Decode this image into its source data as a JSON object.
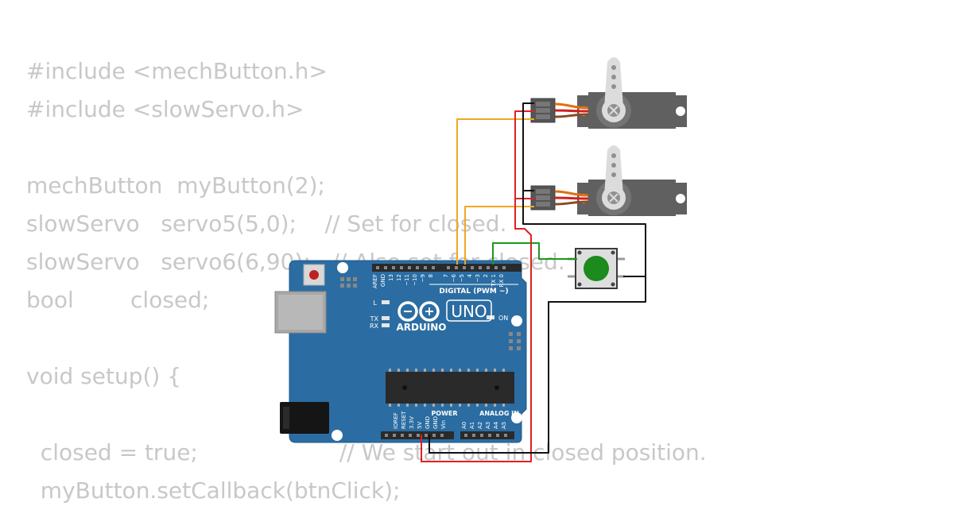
{
  "code_lines": [
    "#include <mechButton.h>",
    "#include <slowServo.h>",
    "",
    "mechButton  myButton(2);",
    "slowServo   servo5(5,0);    // Set for closed.",
    "slowServo   servo6(6,90);   // Also set for closed.",
    "bool        closed;",
    "",
    "void setup() {",
    "",
    "  closed = true;                    // We start out in closed position.",
    "  myButton.setCallback(btnClick);"
  ],
  "board": {
    "brand": "ARDUINO",
    "model": "UNO",
    "digital_label": "DIGITAL (PWM ~)",
    "power_label": "POWER",
    "analog_label": "ANALOG IN",
    "led_l": "L",
    "led_tx": "TX",
    "led_rx": "RX",
    "led_on": "ON",
    "digital_pins": [
      "AREF",
      "GND",
      "13",
      "12",
      "~11",
      "~10",
      "~9",
      "8",
      "7",
      "~6",
      "~5",
      "4",
      "~3",
      "2",
      "TX 1",
      "RX 0"
    ],
    "power_pins": [
      "IOREF",
      "RESET",
      "3.3V",
      "5V",
      "GND",
      "GND",
      "Vin"
    ],
    "analog_pins": [
      "A0",
      "A1",
      "A2",
      "A3",
      "A4",
      "A5"
    ]
  },
  "colors": {
    "board": "#2b6da2",
    "wire_signal": "#f0a820",
    "wire_power": "#e02020",
    "wire_ground": "#111111",
    "wire_button": "#1a9a1a",
    "button_cap": "#1c8a1c",
    "servo_body": "#606060",
    "code_text": "#c8c8c8"
  },
  "icons": {
    "servo": "servo-motor-icon",
    "button": "pushbutton-icon",
    "logo": "arduino-infinity-logo-icon"
  }
}
